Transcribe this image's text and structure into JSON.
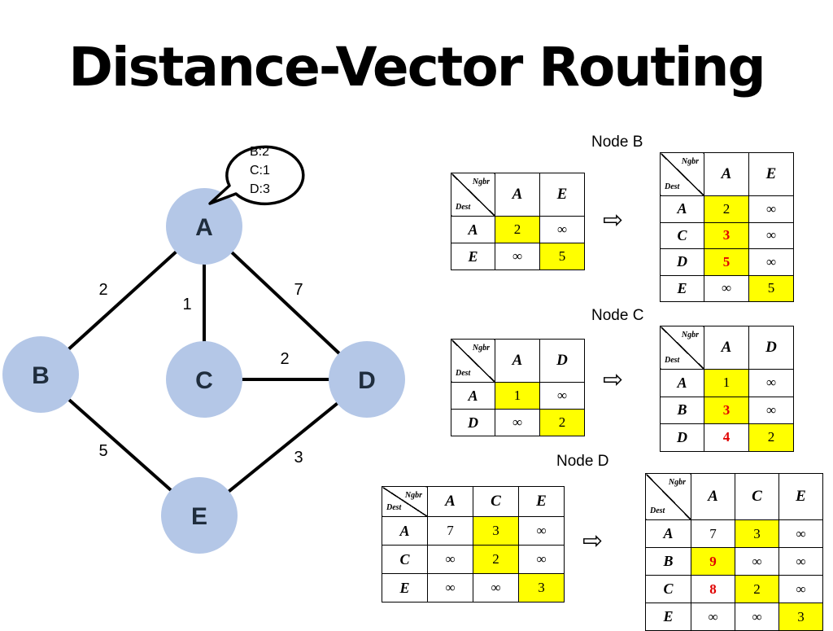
{
  "title": "Distance-Vector Routing",
  "colors": {
    "node_fill": "#b4c7e7",
    "highlight": "#ffff00",
    "changed_value": "#e00000"
  },
  "graph": {
    "nodes": [
      {
        "id": "A",
        "label": "A"
      },
      {
        "id": "B",
        "label": "B"
      },
      {
        "id": "C",
        "label": "C"
      },
      {
        "id": "D",
        "label": "D"
      },
      {
        "id": "E",
        "label": "E"
      }
    ],
    "edges": [
      {
        "from": "A",
        "to": "B",
        "cost": "2"
      },
      {
        "from": "A",
        "to": "C",
        "cost": "1"
      },
      {
        "from": "A",
        "to": "D",
        "cost": "7"
      },
      {
        "from": "C",
        "to": "D",
        "cost": "2"
      },
      {
        "from": "B",
        "to": "E",
        "cost": "5"
      },
      {
        "from": "D",
        "to": "E",
        "cost": "3"
      }
    ],
    "callout": [
      "B:2",
      "C:1",
      "D:3"
    ]
  },
  "labels": {
    "ngbr": "Ngbr",
    "dest": "Dest",
    "arrow": "⇨"
  },
  "sections": [
    {
      "caption": "Node B",
      "before": {
        "cols": [
          "A",
          "E"
        ],
        "rows": [
          {
            "dest": "A",
            "cells": [
              {
                "v": "2",
                "hl": true
              },
              {
                "v": "∞"
              }
            ]
          },
          {
            "dest": "E",
            "cells": [
              {
                "v": "∞"
              },
              {
                "v": "5",
                "hl": true
              }
            ]
          }
        ]
      },
      "after": {
        "cols": [
          "A",
          "E"
        ],
        "rows": [
          {
            "dest": "A",
            "cells": [
              {
                "v": "2",
                "hl": true
              },
              {
                "v": "∞"
              }
            ]
          },
          {
            "dest": "C",
            "cells": [
              {
                "v": "3",
                "hl": true,
                "red": true
              },
              {
                "v": "∞"
              }
            ]
          },
          {
            "dest": "D",
            "cells": [
              {
                "v": "5",
                "hl": true,
                "red": true
              },
              {
                "v": "∞"
              }
            ]
          },
          {
            "dest": "E",
            "cells": [
              {
                "v": "∞"
              },
              {
                "v": "5",
                "hl": true
              }
            ]
          }
        ]
      }
    },
    {
      "caption": "Node C",
      "before": {
        "cols": [
          "A",
          "D"
        ],
        "rows": [
          {
            "dest": "A",
            "cells": [
              {
                "v": "1",
                "hl": true
              },
              {
                "v": "∞"
              }
            ]
          },
          {
            "dest": "D",
            "cells": [
              {
                "v": "∞"
              },
              {
                "v": "2",
                "hl": true
              }
            ]
          }
        ]
      },
      "after": {
        "cols": [
          "A",
          "D"
        ],
        "rows": [
          {
            "dest": "A",
            "cells": [
              {
                "v": "1",
                "hl": true
              },
              {
                "v": "∞"
              }
            ]
          },
          {
            "dest": "B",
            "cells": [
              {
                "v": "3",
                "hl": true,
                "red": true
              },
              {
                "v": "∞"
              }
            ]
          },
          {
            "dest": "D",
            "cells": [
              {
                "v": "4",
                "red": true
              },
              {
                "v": "2",
                "hl": true
              }
            ]
          }
        ]
      }
    },
    {
      "caption": "Node D",
      "before": {
        "cols": [
          "A",
          "C",
          "E"
        ],
        "rows": [
          {
            "dest": "A",
            "cells": [
              {
                "v": "7"
              },
              {
                "v": "3",
                "hl": true
              },
              {
                "v": "∞"
              }
            ]
          },
          {
            "dest": "C",
            "cells": [
              {
                "v": "∞"
              },
              {
                "v": "2",
                "hl": true
              },
              {
                "v": "∞"
              }
            ]
          },
          {
            "dest": "E",
            "cells": [
              {
                "v": "∞"
              },
              {
                "v": "∞"
              },
              {
                "v": "3",
                "hl": true
              }
            ]
          }
        ]
      },
      "after": {
        "cols": [
          "A",
          "C",
          "E"
        ],
        "rows": [
          {
            "dest": "A",
            "cells": [
              {
                "v": "7"
              },
              {
                "v": "3",
                "hl": true
              },
              {
                "v": "∞"
              }
            ]
          },
          {
            "dest": "B",
            "cells": [
              {
                "v": "9",
                "hl": true,
                "red": true
              },
              {
                "v": "∞"
              },
              {
                "v": "∞"
              }
            ]
          },
          {
            "dest": "C",
            "cells": [
              {
                "v": "8",
                "red": true
              },
              {
                "v": "2",
                "hl": true
              },
              {
                "v": "∞"
              }
            ]
          },
          {
            "dest": "E",
            "cells": [
              {
                "v": "∞"
              },
              {
                "v": "∞"
              },
              {
                "v": "3",
                "hl": true
              }
            ]
          }
        ]
      }
    }
  ]
}
